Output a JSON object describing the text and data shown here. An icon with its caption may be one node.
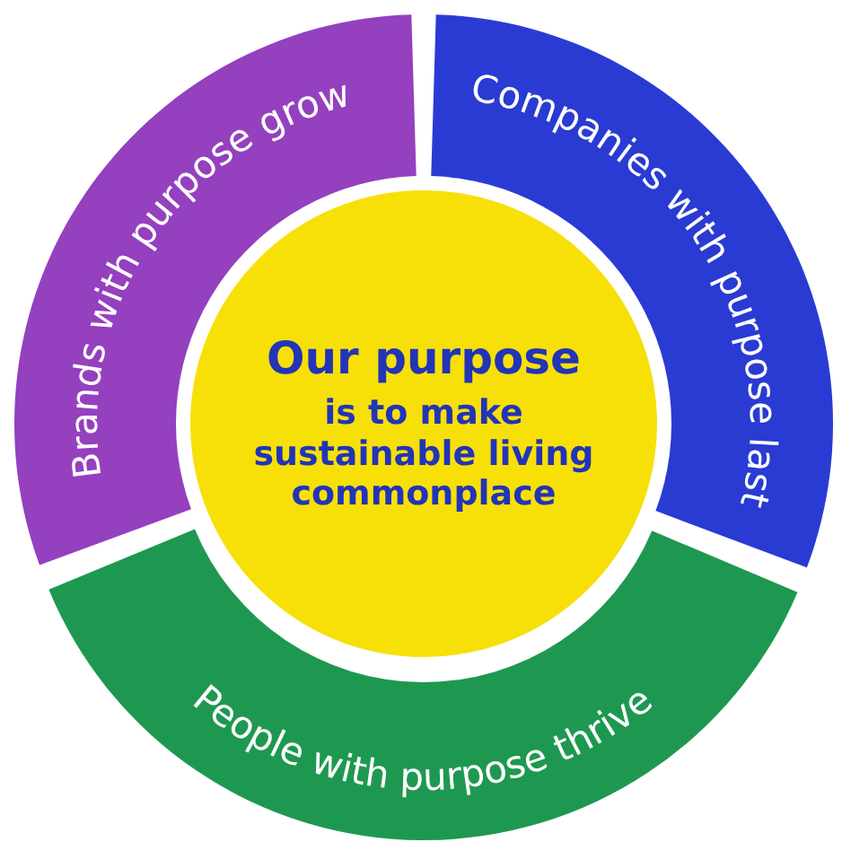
{
  "diagram": {
    "nodes": [
      {
        "text": [
          "Brands with purpose grow"
        ]
      },
      {
        "text": [
          "Companies with purpose last"
        ]
      },
      {
        "text": [
          "Our purpose",
          "is to make sustainable living commonplace"
        ]
      },
      {
        "text": [
          "People with purpose thrive"
        ]
      }
    ]
  }
}
